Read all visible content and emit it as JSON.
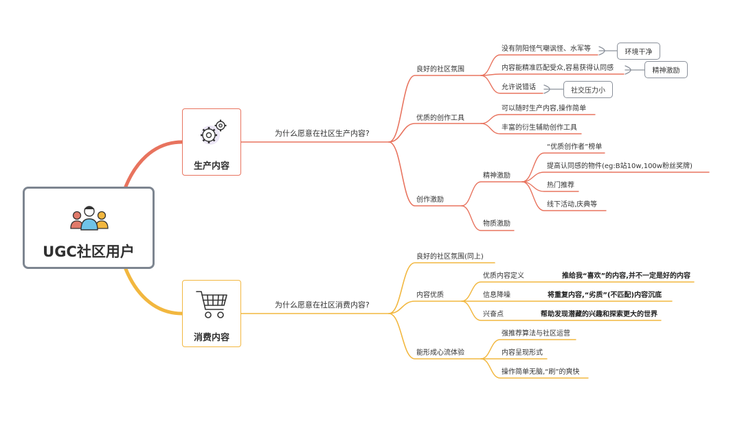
{
  "root": {
    "title": "UGC社区用户",
    "icon": "users-group-icon"
  },
  "produce": {
    "title": "生产内容",
    "icon": "gears-icon",
    "question": "为什么愿意在社区生产内容?",
    "atmosphere": {
      "label": "良好的社区氛围",
      "items": [
        "没有阴阳怪气嘲讽怪、水军等",
        "内容能精准匹配受众,容易获得认同感",
        "允许说错话"
      ],
      "tags": [
        "环境干净",
        "精神激励",
        "社交压力小"
      ]
    },
    "tools": {
      "label": "优质的创作工具",
      "items": [
        "可以随时生产内容,操作简单",
        "丰富的衍生辅助创作工具"
      ]
    },
    "incentive": {
      "label": "创作激励",
      "spiritual": {
        "label": "精神激励",
        "items": [
          "“优质创作者”榜单",
          "提高认同感的物件(eg:B站10w,100w粉丝奖牌)",
          "热门推荐",
          "线下活动,庆典等"
        ]
      },
      "material": {
        "label": "物质激励"
      }
    }
  },
  "consume": {
    "title": "消费内容",
    "icon": "shopping-cart-icon",
    "question": "为什么愿意在社区消费内容?",
    "atmosphere": {
      "label": "良好的社区氛围(同上)"
    },
    "quality": {
      "label": "内容优质",
      "items": [
        {
          "label": "优质内容定义",
          "detail": "推给我“喜欢”的内容,并不一定是好的内容"
        },
        {
          "label": "信息降噪",
          "detail": "将重复内容,“劣质”(不匹配)内容沉底"
        },
        {
          "label": "兴奋点",
          "detail": "帮助发现潜藏的兴趣和探索更大的世界"
        }
      ]
    },
    "flow": {
      "label": "能形成心流体验",
      "items": [
        "强推荐算法与社区运营",
        "内容呈现形式",
        "操作简单无脑,“刷”的爽快"
      ]
    }
  },
  "colors": {
    "produce": "#e8735e",
    "consume": "#f2b73f",
    "tag": "#8a909a",
    "root": "#7d8590"
  }
}
